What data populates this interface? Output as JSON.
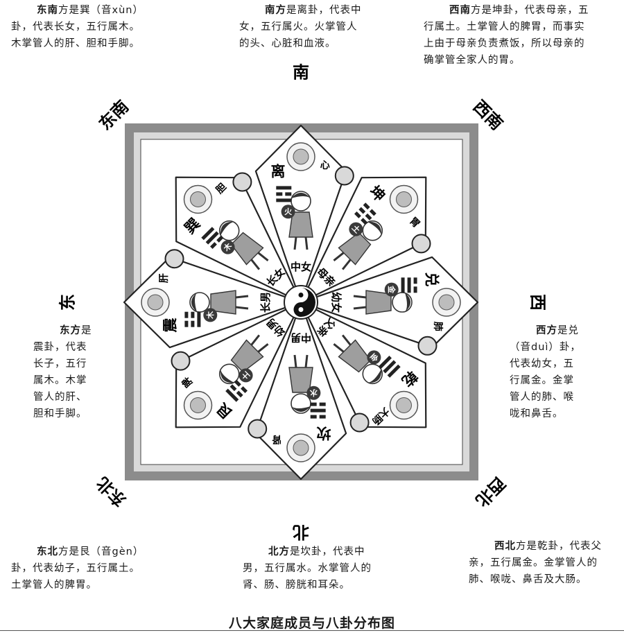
{
  "caption": "八大家庭成员与八卦分布图",
  "center_icon": "yin-yang-icon",
  "colors": {
    "frame": "#8c8c8c",
    "frame_inner": "#d9d9d9",
    "petal_stroke": "#222222",
    "petal_fill": "#ffffff",
    "badge": "#3a3a3a"
  },
  "directions": [
    {
      "id": "south",
      "label": "南"
    },
    {
      "id": "southwest",
      "label": "西南"
    },
    {
      "id": "west",
      "label": "西"
    },
    {
      "id": "northwest",
      "label": "西北"
    },
    {
      "id": "north",
      "label": "北"
    },
    {
      "id": "northeast",
      "label": "东北"
    },
    {
      "id": "east",
      "label": "东"
    },
    {
      "id": "southeast",
      "label": "东南"
    }
  ],
  "descriptions": [
    {
      "id": "southeast",
      "dir": "东南",
      "lines": [
        "方是巽（音xùn）",
        "卦，代表长女，五行属木。",
        "木掌管人的肝、胆和手脚。"
      ]
    },
    {
      "id": "south",
      "dir": "南方",
      "lines": [
        "是离卦，代表中",
        "女，五行属火。火掌管人",
        "的头、心脏和血液。"
      ]
    },
    {
      "id": "southwest",
      "dir": "西南",
      "lines": [
        "方是坤卦，代表母亲，五",
        "行属土。土掌管人的脾胃，而事实",
        "上由于母亲负责煮饭，所以母亲的",
        "确掌管全家人的胃。"
      ]
    },
    {
      "id": "east",
      "dir": "东方",
      "lines": [
        "是",
        "震卦，代表",
        "长子，五行",
        "属木。木掌",
        "管人的肝、",
        "胆和手脚。"
      ]
    },
    {
      "id": "west",
      "dir": "西方",
      "lines": [
        "是兑",
        "（音duì）卦，",
        "代表幼女，五",
        "行属金。金掌",
        "管人的肺、喉",
        "咙和鼻舌。"
      ]
    },
    {
      "id": "northeast",
      "dir": "东北",
      "lines": [
        "方是艮（音gèn）",
        "卦，代表幼子，五行属土。",
        "土掌管人的脾胃。"
      ]
    },
    {
      "id": "north",
      "dir": "北方",
      "lines": [
        "是坎卦，代表中",
        "男，五行属水。水掌管人的",
        "肾、肠、膀胱和耳朵。"
      ]
    },
    {
      "id": "northwest",
      "dir": "西北",
      "lines": [
        "方是乾卦，代表父",
        "亲，五行属金。金掌管人的",
        "肺、喉咙、鼻舌及大肠。"
      ]
    }
  ],
  "petals": [
    {
      "id": "south",
      "gua": "离",
      "trigram": [
        1,
        0,
        1
      ],
      "element": "火",
      "organ": "心",
      "member": "中女",
      "organ_icon": "heart-icon",
      "figure": "middle-daughter-icon"
    },
    {
      "id": "southwest",
      "gua": "坤",
      "trigram": [
        0,
        0,
        0
      ],
      "element": "土",
      "organ": "胃",
      "member": "母亲",
      "organ_icon": "stomach-icon",
      "figure": "mother-icon"
    },
    {
      "id": "west",
      "gua": "兑",
      "trigram": [
        0,
        1,
        1
      ],
      "element": "金",
      "organ": "肺",
      "member": "幼女",
      "organ_icon": "lungs-icon",
      "figure": "youngest-daughter-icon"
    },
    {
      "id": "northwest",
      "gua": "乾",
      "trigram": [
        1,
        1,
        1
      ],
      "element": "金",
      "organ": "大肠",
      "member": "父亲",
      "organ_icon": "intestine-icon",
      "figure": "father-icon"
    },
    {
      "id": "north",
      "gua": "坎",
      "trigram": [
        0,
        1,
        0
      ],
      "element": "水",
      "organ": "肾",
      "member": "中男",
      "organ_icon": "kidneys-icon",
      "figure": "middle-son-icon"
    },
    {
      "id": "northeast",
      "gua": "艮",
      "trigram": [
        1,
        0,
        0
      ],
      "element": "土",
      "organ": "脾",
      "member": "幼男",
      "organ_icon": "spleen-icon",
      "figure": "youngest-son-icon"
    },
    {
      "id": "east",
      "gua": "震",
      "trigram": [
        0,
        0,
        1
      ],
      "element": "木",
      "organ": "肝",
      "member": "长男",
      "organ_icon": "liver-icon",
      "figure": "eldest-son-icon"
    },
    {
      "id": "southeast",
      "gua": "巽",
      "trigram": [
        1,
        1,
        0
      ],
      "element": "木",
      "organ": "胆",
      "member": "长女",
      "organ_icon": "gallbladder-icon",
      "figure": "eldest-daughter-icon"
    }
  ]
}
